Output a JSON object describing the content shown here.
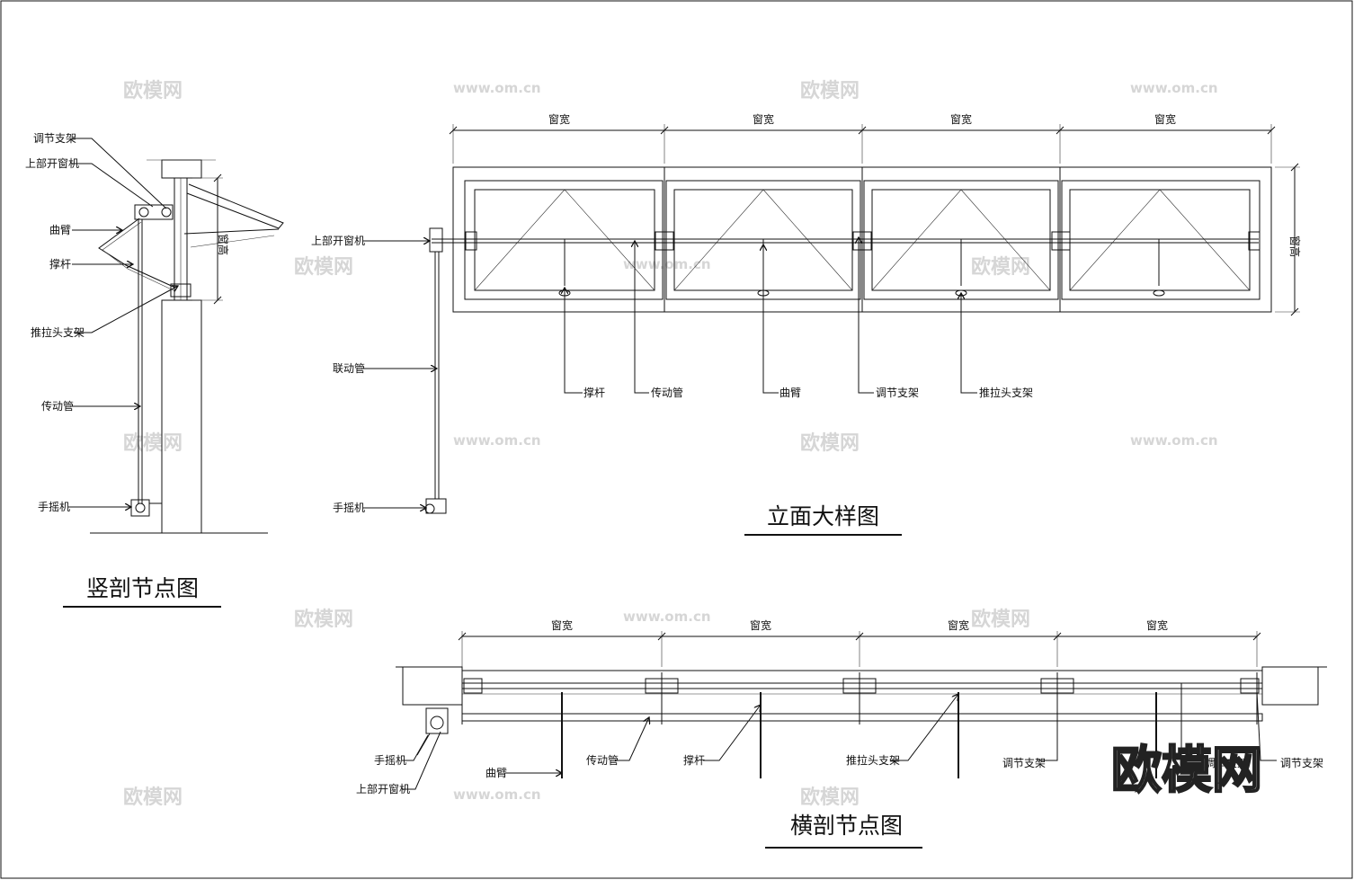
{
  "titles": {
    "vertical_section": "竖剖节点图",
    "elevation": "立面大样图",
    "horizontal_section": "横剖节点图"
  },
  "vertical_section_labels": [
    "调节支架",
    "上部开窗机",
    "曲臂",
    "撑杆",
    "推拉头支架",
    "传动管",
    "手摇机"
  ],
  "vertical_section_dim": "窗高",
  "elevation_labels": {
    "left": [
      "上部开窗机",
      "联动管",
      "手摇机"
    ],
    "bottom": [
      "撑杆",
      "传动管",
      "曲臂",
      "调节支架",
      "推拉头支架"
    ]
  },
  "elevation_dims": {
    "width": [
      "窗宽",
      "窗宽",
      "窗宽",
      "窗宽"
    ],
    "height": "窗高"
  },
  "horizontal_section_labels": [
    "手摇机",
    "上部开窗机",
    "曲臂",
    "传动管",
    "撑杆",
    "推拉头支架",
    "调节支架",
    "调节支架",
    "调节支架"
  ],
  "horizontal_section_dims": [
    "窗宽",
    "窗宽",
    "窗宽",
    "窗宽"
  ],
  "watermarks": {
    "text": "欧模网",
    "url": "www.om.cn"
  }
}
